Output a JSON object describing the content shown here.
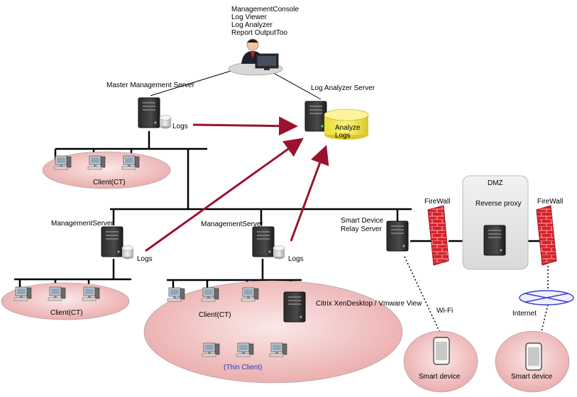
{
  "admin": {
    "roles": [
      "ManagementConsole",
      "Log Viewer",
      "Log Analyzer",
      "Report OutputToo"
    ]
  },
  "servers": {
    "master": "Master Management Server",
    "log_analyzer": "Log Analyzer Server",
    "management_left": "ManagementServer",
    "management_mid": "ManagementServer",
    "relay_line1": "Smart  Device",
    "relay_line2": "Relay Server",
    "citrix": "Citrix XenDesktop / Vmware View"
  },
  "labels": {
    "logs": "Logs",
    "analyze_line1": "Analyze",
    "analyze_line2": "Logs",
    "client_ct": "Client(CT)",
    "thin_client": "(Thin Client)",
    "firewall": "FireWall",
    "dmz": "DMZ",
    "reverse_proxy": "Reverse  proxy",
    "wifi": "Wi-Fi",
    "internet": "Internet",
    "smart_device": "Smart device"
  },
  "colors": {
    "arrow": "#9b1230",
    "bubble": "#f2c4c4",
    "firewall": "#d8202a",
    "cylinder": "#f7ee55",
    "internet": "#3c3cd8",
    "thin_client_text": "#1f3fb0"
  }
}
